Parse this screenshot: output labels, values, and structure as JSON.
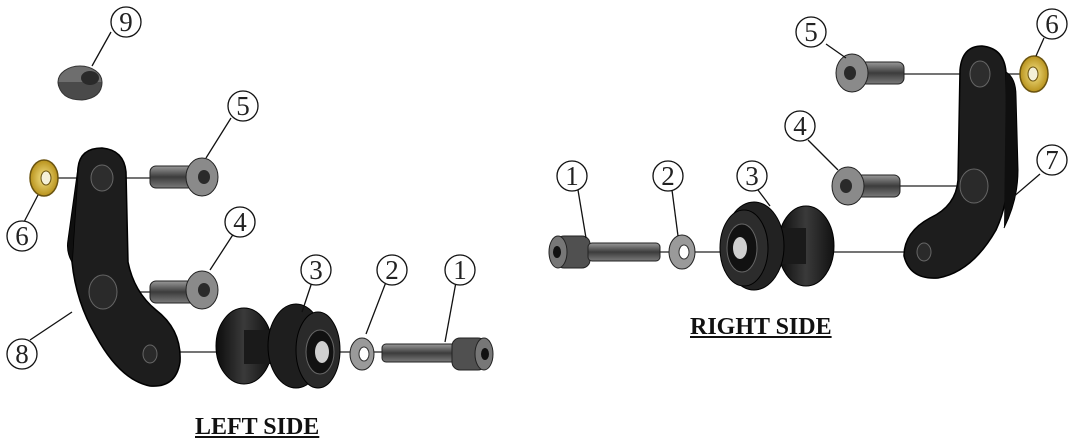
{
  "captions": {
    "left": "LEFT SIDE",
    "right": "RIGHT SIDE"
  },
  "callouts": {
    "n1": "1",
    "n2": "2",
    "n3": "3",
    "n4": "4",
    "n5": "5",
    "n6": "6",
    "n7": "7",
    "n8": "8",
    "n9": "9"
  },
  "colors": {
    "part_dark": "#1c1c1c",
    "part_grey": "#6a6a6a",
    "brass": "#d9b82f"
  }
}
